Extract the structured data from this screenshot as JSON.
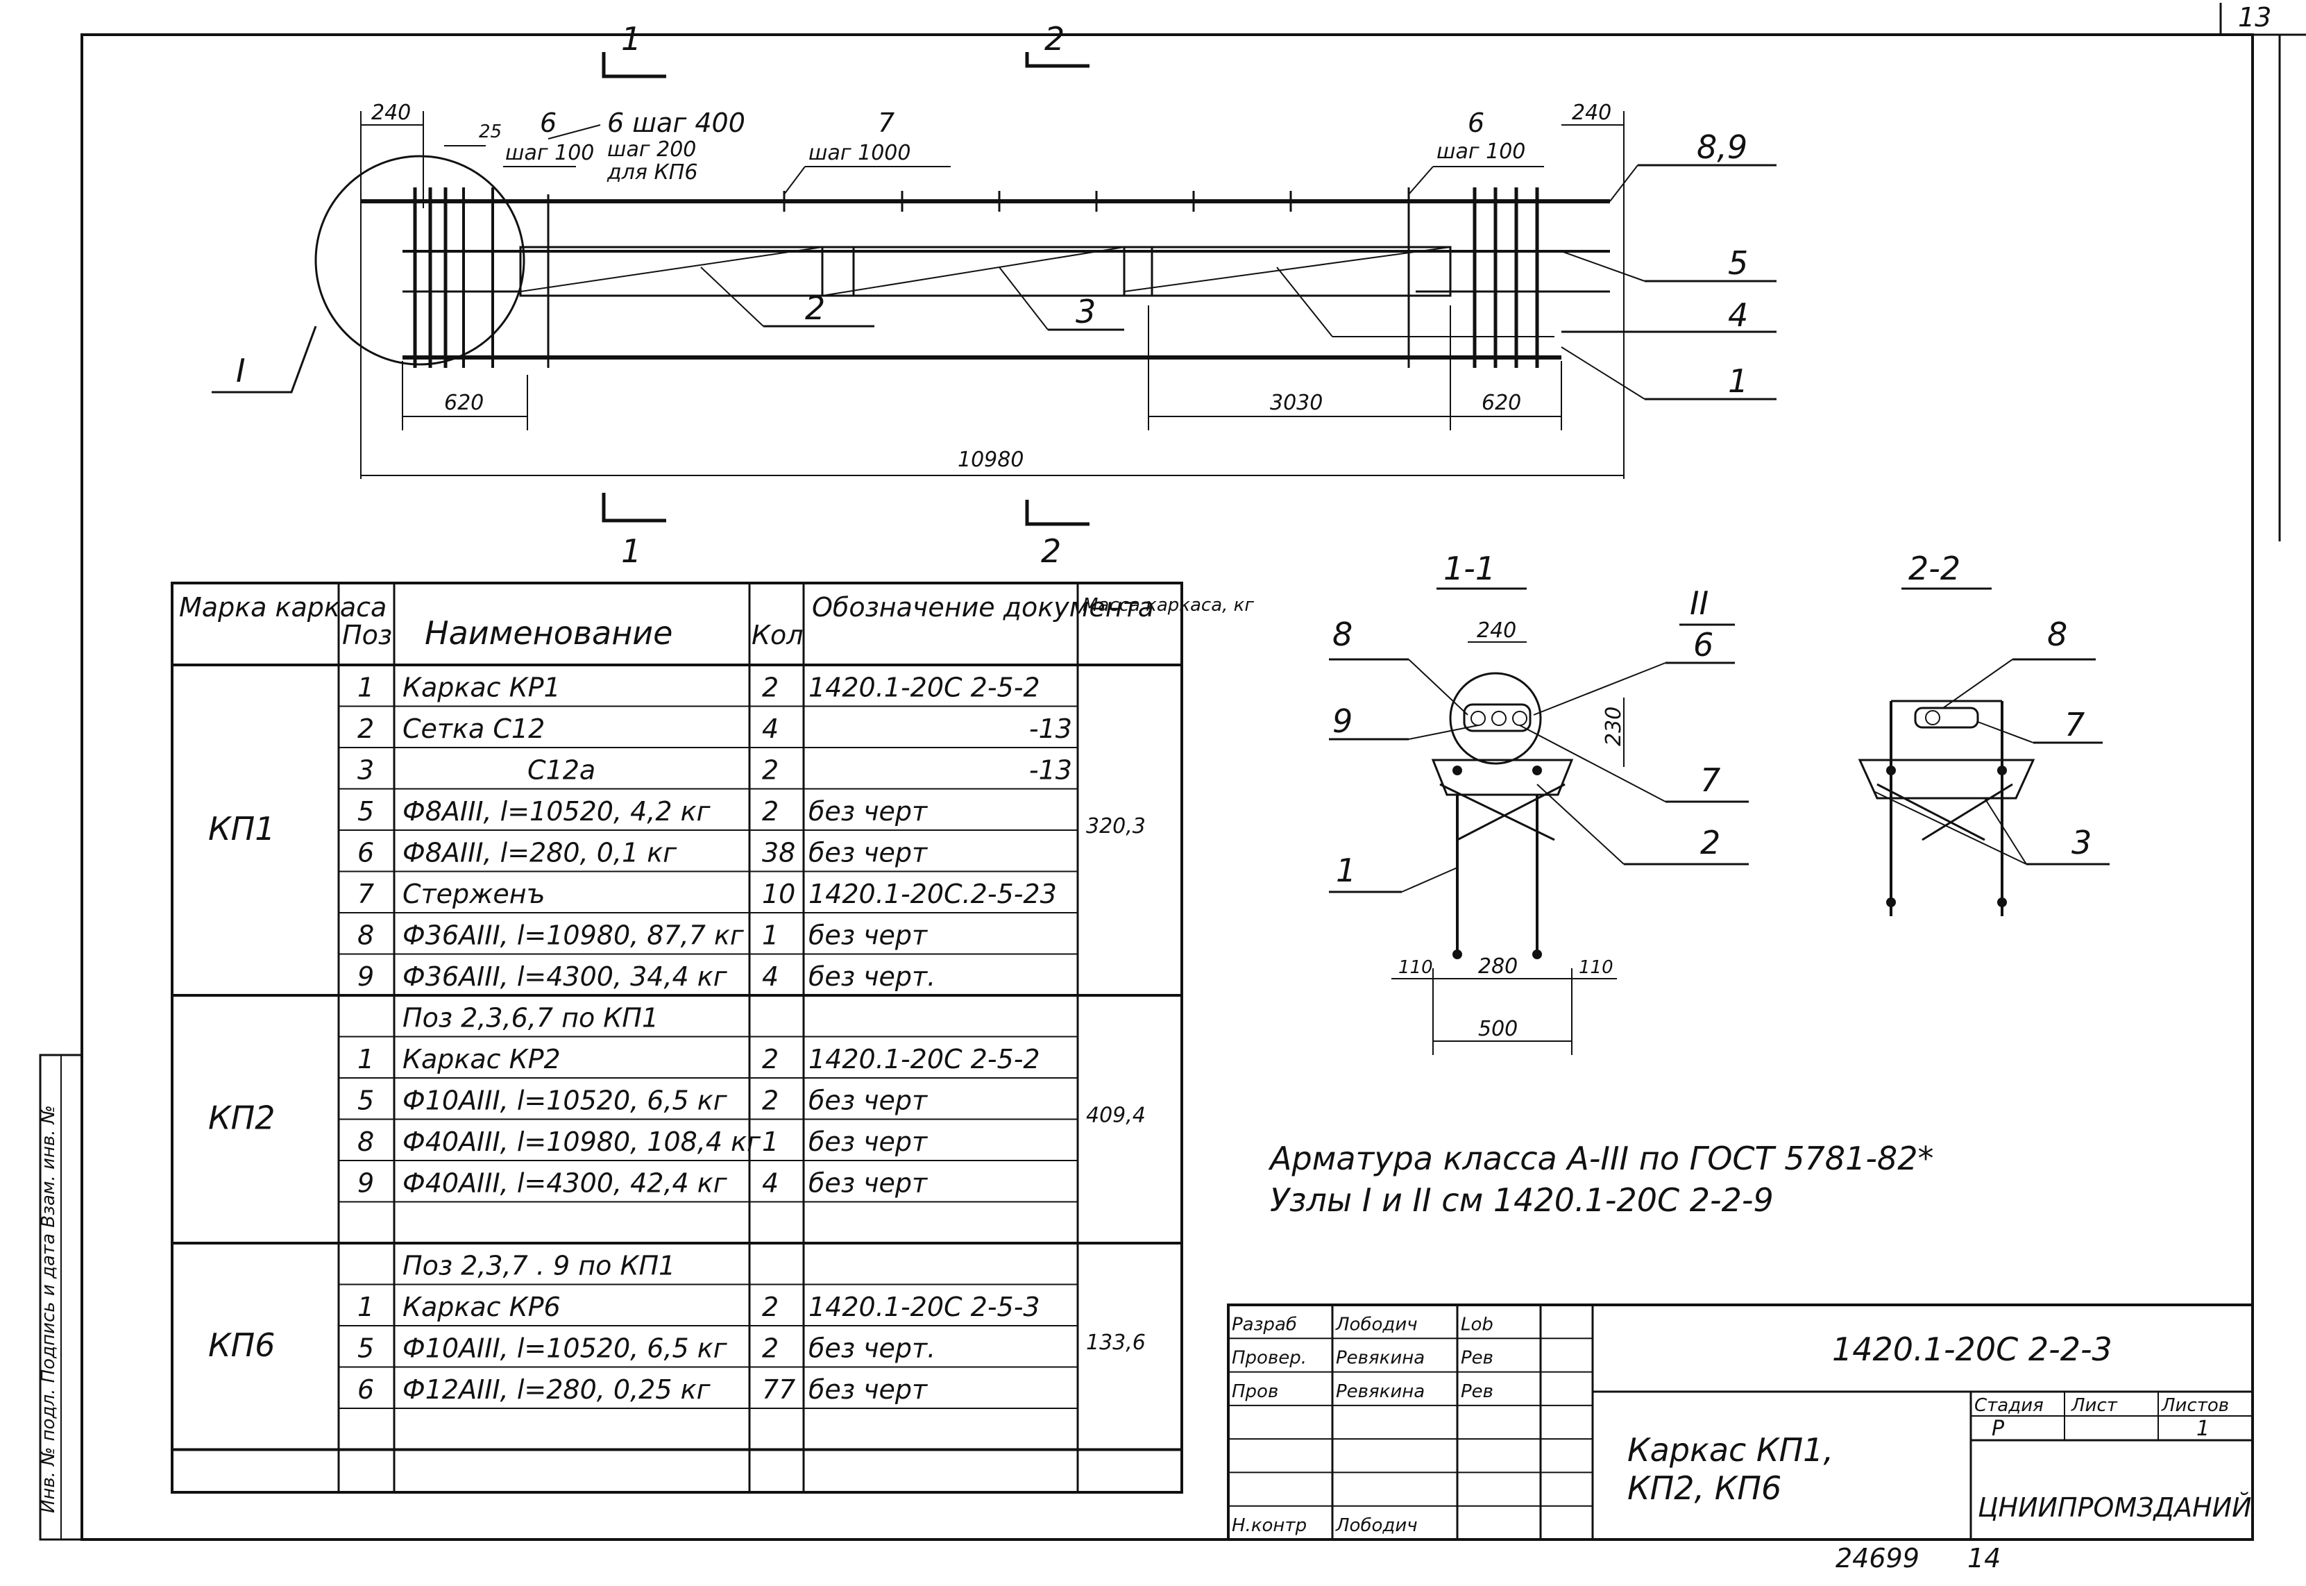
{
  "sheet": {
    "page_number": "13",
    "stamp_number": "24699",
    "stamp_page": "14",
    "side_stamp": "Инв. № подл. Подпись и дата Взам. инв. №"
  },
  "elevation": {
    "cut_marks": [
      "1",
      "2"
    ],
    "dimensions": {
      "end_left": "240",
      "offset_25": "25",
      "end_right": "240",
      "zone_left": "620",
      "zone_right": "620",
      "middle_zone": "3030",
      "overall": "10980"
    },
    "callouts": [
      {
        "mark": "6",
        "note": "шаг 100"
      },
      {
        "mark": "6 шаг 400",
        "note": "шаг 200",
        "note2": "для КП6"
      },
      {
        "mark": "7",
        "note": "шаг 1000"
      },
      {
        "mark": "6",
        "note": "шаг 100"
      }
    ],
    "leader_labels": [
      "8,9",
      "5",
      "4",
      "1",
      "2",
      "3"
    ],
    "node_label": "I"
  },
  "section_1_1": {
    "title": "1-1",
    "node": "II",
    "labels": [
      "8",
      "9",
      "6",
      "7",
      "2",
      "1"
    ],
    "dims": [
      "240",
      "230",
      "110",
      "280",
      "110",
      "500"
    ]
  },
  "section_2_2": {
    "title": "2-2",
    "labels": [
      "8",
      "7",
      "3"
    ]
  },
  "notes": {
    "line1": "Арматура   класса А-III по ГОСТ 5781-82*",
    "line2": "Узлы I и II см 1420.1-20С 2-2-9"
  },
  "spec_table": {
    "headers": {
      "mark": "Марка каркаса",
      "pos": "Поз",
      "name": "Наименование",
      "qty": "Кол",
      "doc": "Обозначение документа",
      "mass": "Масса каркаса, кг"
    },
    "groups": [
      {
        "mark": "КП1",
        "mass": "320,3",
        "rows": [
          {
            "pos": "1",
            "name": "Каркас  КР1",
            "qty": "2",
            "doc": "1420.1-20С 2-5-2"
          },
          {
            "pos": "2",
            "name": "Сетка    С12",
            "qty": "4",
            "doc": "-13"
          },
          {
            "pos": "3",
            "name": "С12а",
            "qty": "2",
            "doc": "-13"
          },
          {
            "pos": "5",
            "name": "Ф8АIII, l=10520, 4,2 кг",
            "qty": "2",
            "doc": "без черт"
          },
          {
            "pos": "6",
            "name": "Ф8АIII, l=280, 0,1 кг",
            "qty": "38",
            "doc": "без черт"
          },
          {
            "pos": "7",
            "name": "Стерженъ",
            "qty": "10",
            "doc": "1420.1-20С.2-5-23"
          },
          {
            "pos": "8",
            "name": "Ф36АIII, l=10980, 87,7 кг",
            "qty": "1",
            "doc": "без черт"
          },
          {
            "pos": "9",
            "name": "Ф36АIII, l=4300, 34,4 кг",
            "qty": "4",
            "doc": "без черт."
          }
        ]
      },
      {
        "mark": "КП2",
        "mass": "409,4",
        "rows": [
          {
            "pos": "",
            "name": "Поз 2,3,6,7 по КП1",
            "qty": "",
            "doc": ""
          },
          {
            "pos": "1",
            "name": "Каркас  КР2",
            "qty": "2",
            "doc": "1420.1-20С 2-5-2"
          },
          {
            "pos": "5",
            "name": "Ф10АIII, l=10520, 6,5 кг",
            "qty": "2",
            "doc": "без черт"
          },
          {
            "pos": "8",
            "name": "Ф40АIII, l=10980, 108,4 кг",
            "qty": "1",
            "doc": "без черт"
          },
          {
            "pos": "9",
            "name": "Ф40АIII, l=4300, 42,4 кг",
            "qty": "4",
            "doc": "без черт"
          },
          {
            "pos": "",
            "name": "",
            "qty": "",
            "doc": ""
          }
        ]
      },
      {
        "mark": "КП6",
        "mass": "133,6",
        "rows": [
          {
            "pos": "",
            "name": "Поз 2,3,7 . 9 по КП1",
            "qty": "",
            "doc": ""
          },
          {
            "pos": "1",
            "name": "Каркас  КР6",
            "qty": "2",
            "doc": "1420.1-20С 2-5-3"
          },
          {
            "pos": "5",
            "name": "Ф10АIII, l=10520, 6,5 кг",
            "qty": "2",
            "doc": "без черт."
          },
          {
            "pos": "6",
            "name": "Ф12АIII, l=280, 0,25 кг",
            "qty": "77",
            "doc": "без черт"
          },
          {
            "pos": "",
            "name": "",
            "qty": "",
            "doc": ""
          }
        ]
      }
    ]
  },
  "title_block": {
    "roles": [
      {
        "role": "Разраб",
        "name": "Лободич",
        "sign": "Lob"
      },
      {
        "role": "Провер.",
        "name": "Ревякина",
        "sign": "Рев"
      },
      {
        "role": "Пров",
        "name": "Ревякина",
        "sign": "Рев"
      },
      {
        "role": "",
        "name": "",
        "sign": ""
      },
      {
        "role": "",
        "name": "",
        "sign": ""
      },
      {
        "role": "",
        "name": "",
        "sign": ""
      },
      {
        "role": "Н.контр",
        "name": "Лободич",
        "sign": ""
      }
    ],
    "designation": "1420.1-20С 2-2-3",
    "title_line1": "Каркас  КП1,",
    "title_line2": "КП2,  КП6",
    "stage_header": "Стадия",
    "sheet_header": "Лист",
    "sheets_header": "Листов",
    "stage": "Р",
    "sheets": "1",
    "org": "ЦНИИПРОМЗДАНИЙ"
  }
}
